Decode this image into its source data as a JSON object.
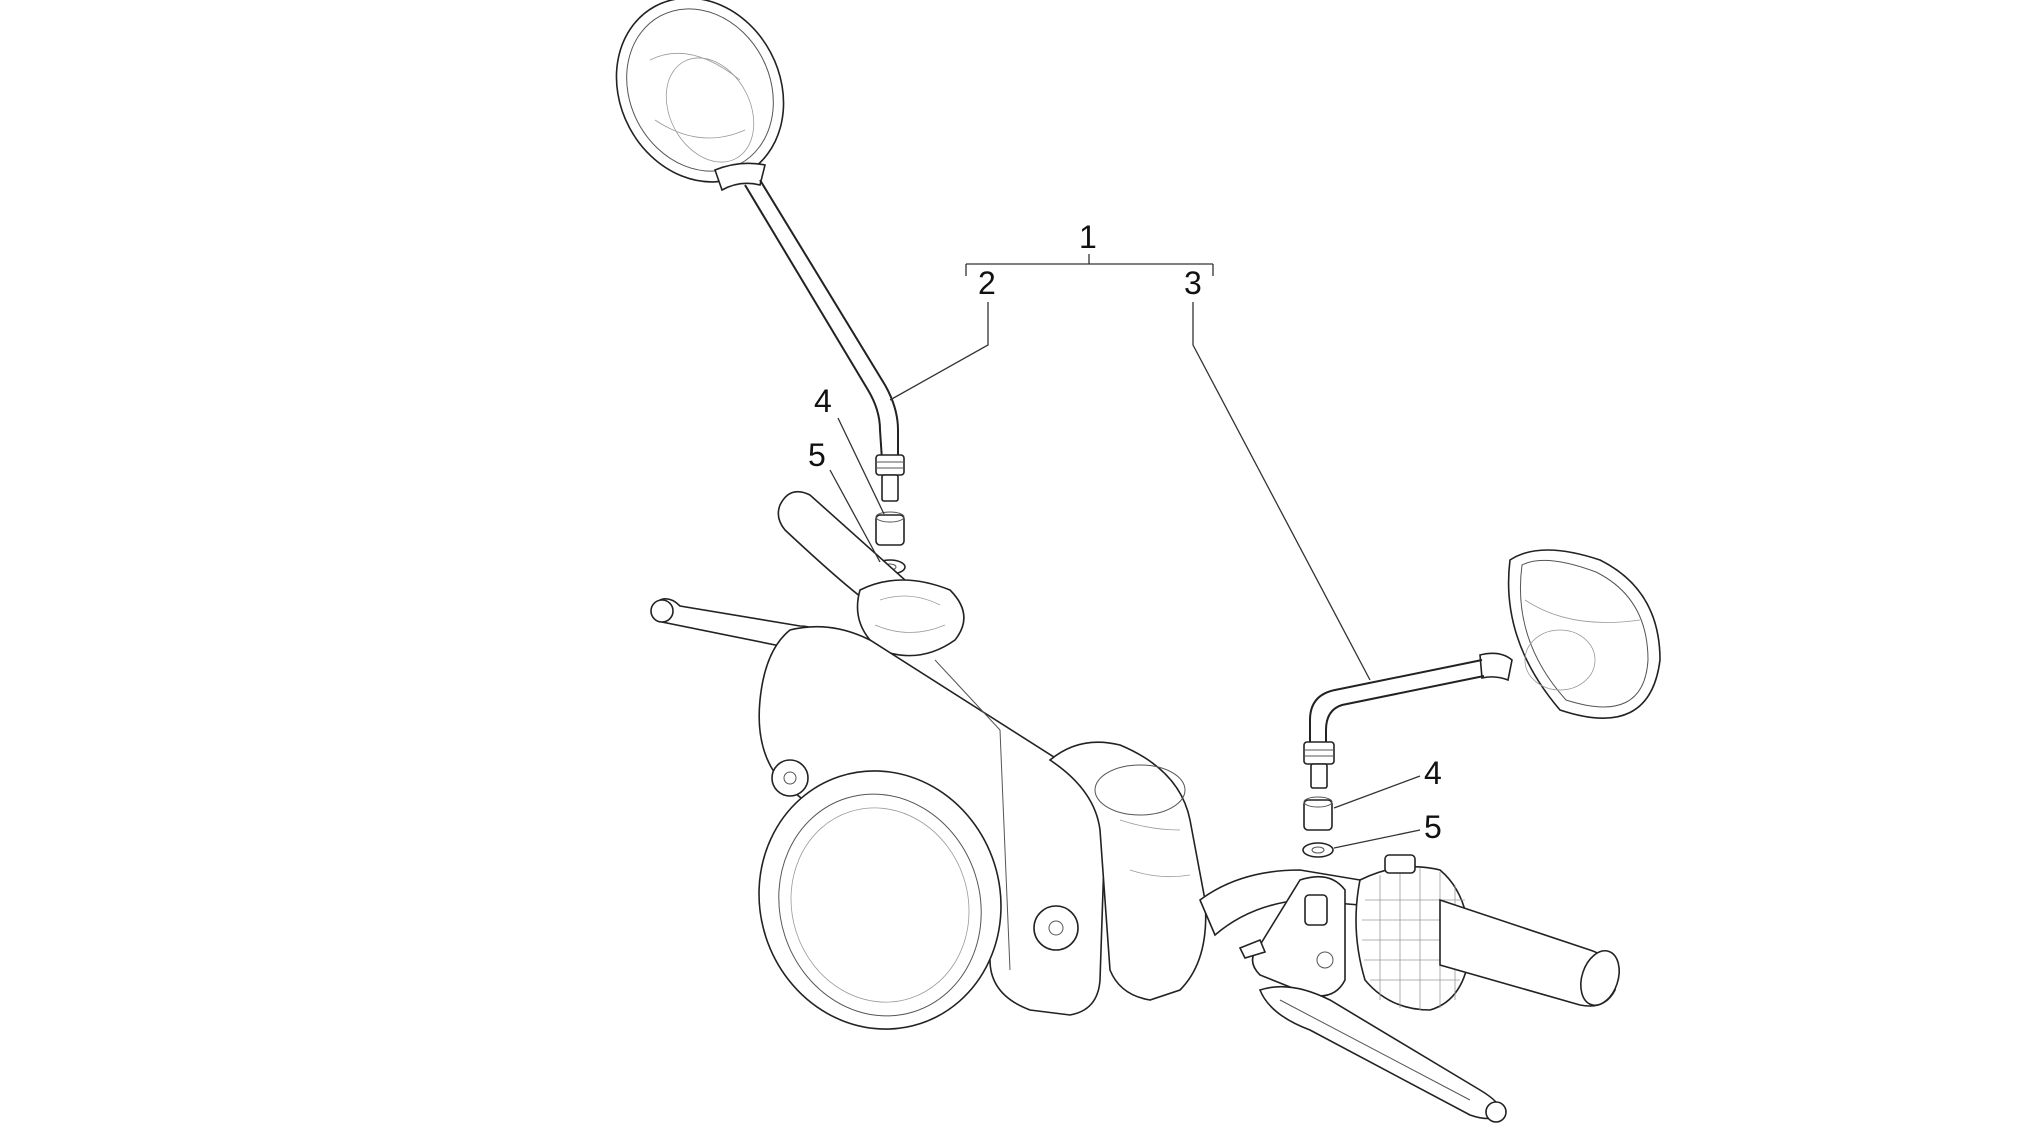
{
  "callouts": {
    "c1": "1",
    "c2": "2",
    "c3": "3",
    "c4_left": "4",
    "c5_left": "5",
    "c4_right": "4",
    "c5_right": "5"
  },
  "colors": {
    "line": "#222222",
    "background": "#ffffff"
  }
}
